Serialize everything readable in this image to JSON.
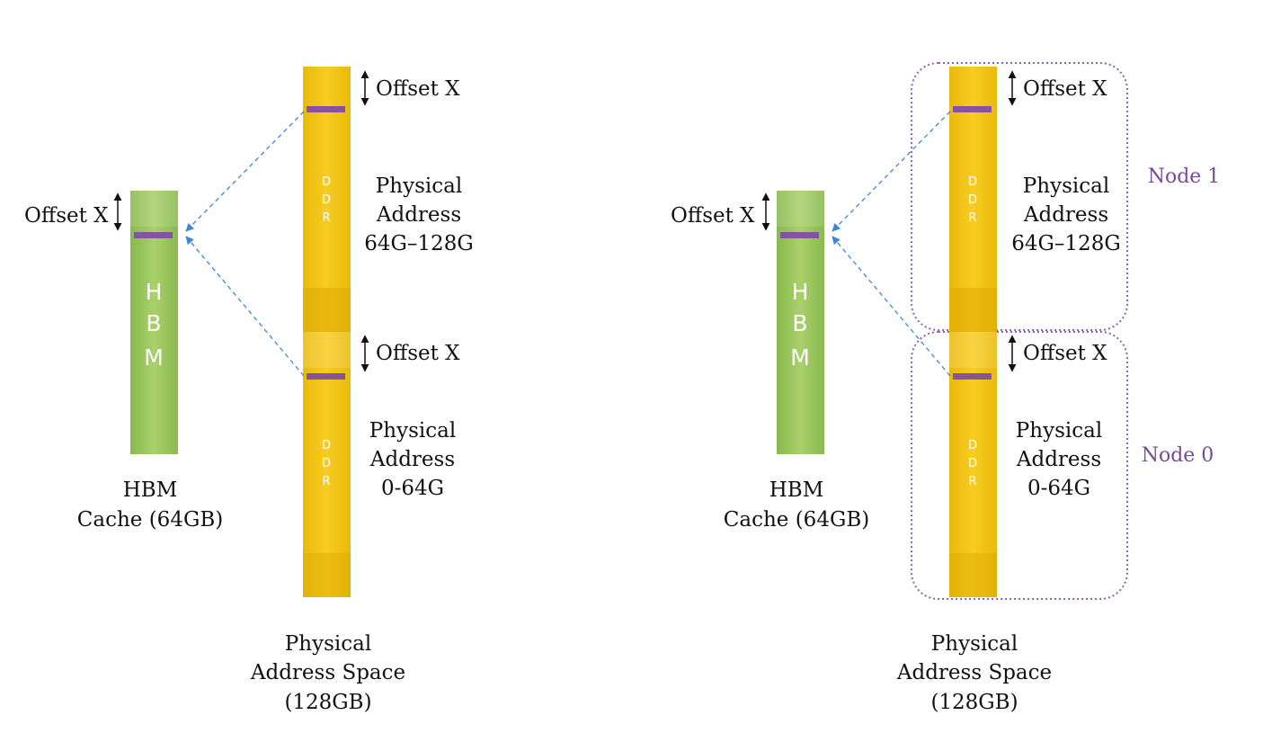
{
  "colors": {
    "hbm": "#97c25a",
    "hbm_light": "#a8cf6b",
    "ddr": "#f2c40f",
    "ddr_light": "#f9cf2d",
    "marker": "#8652a1",
    "arrow": "#4a90d9",
    "node_border": "#9260b0",
    "node_text": "#7a4a92",
    "text": "#111111"
  },
  "panels": [
    {
      "hbm": {
        "letters": [
          "H",
          "B",
          "M"
        ],
        "caption": [
          "HBM",
          "Cache (64GB)"
        ],
        "offset_label": "Offset X"
      },
      "ddr_top": {
        "letters": [
          "D",
          "D",
          "R"
        ],
        "offset_label": "Offset X",
        "range_label": [
          "Physical",
          "Address",
          "64G–128G"
        ]
      },
      "ddr_bottom": {
        "letters": [
          "D",
          "D",
          "R"
        ],
        "offset_label": "Offset X",
        "range_label": [
          "Physical",
          "Address",
          "0-64G"
        ]
      },
      "space_caption": [
        "Physical",
        "Address Space",
        "(128GB)"
      ]
    },
    {
      "hbm": {
        "letters": [
          "H",
          "B",
          "M"
        ],
        "caption": [
          "HBM",
          "Cache (64GB)"
        ],
        "offset_label": "Offset X"
      },
      "ddr_top": {
        "letters": [
          "D",
          "D",
          "R"
        ],
        "offset_label": "Offset X",
        "range_label": [
          "Physical",
          "Address",
          "64G–128G"
        ]
      },
      "ddr_bottom": {
        "letters": [
          "D",
          "D",
          "R"
        ],
        "offset_label": "Offset X",
        "range_label": [
          "Physical",
          "Address",
          "0-64G"
        ]
      },
      "space_caption": [
        "Physical",
        "Address Space",
        "(128GB)"
      ],
      "nodes": [
        "Node 1",
        "Node 0"
      ]
    }
  ]
}
